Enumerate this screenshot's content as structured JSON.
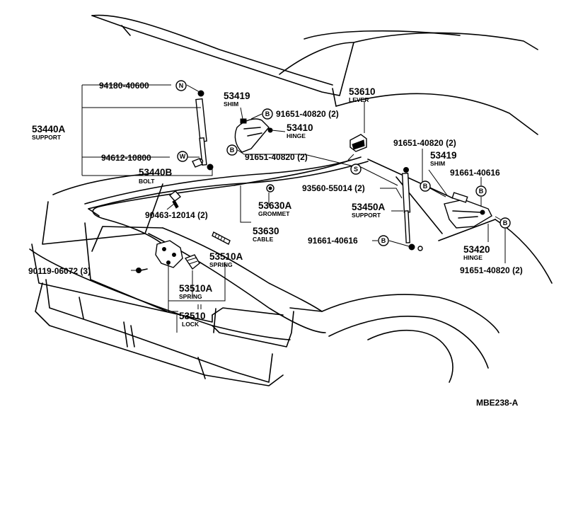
{
  "diagram_code": "MBE238-A",
  "symbols": {
    "n": "N",
    "w": "W",
    "b": "B",
    "s": "S"
  },
  "labels": {
    "p94180": "94180-40600",
    "p53440a": "53440A",
    "p53440a_sub": "SUPPORT",
    "p94612": "94612-10800",
    "p53440b": "53440B",
    "p53440b_sub": "BOLT",
    "p53419a": "53419",
    "p53419a_sub": "SHIM",
    "p91651a": "91651-40820 (2)",
    "p53410": "53410",
    "p53410_sub": "HINGE",
    "p91651b": "91651-40820 (2)",
    "p53610": "53610",
    "p53610_sub": "LEVER",
    "p91651c": "91651-40820 (2)",
    "p53419b": "53419",
    "p53419b_sub": "SHIM",
    "p91661a": "91661-40616",
    "p93560": "93560-55014 (2)",
    "p53450a": "53450A",
    "p53450a_sub": "SUPPORT",
    "p90463": "90463-12014 (2)",
    "p53630a": "53630A",
    "p53630a_sub": "GROMMET",
    "p53630": "53630",
    "p53630_sub": "CABLE",
    "p91661b": "91661-40616",
    "p53420": "53420",
    "p53420_sub": "HINGE",
    "p91651d": "91651-40820 (2)",
    "p90119": "90119-06072 (3)",
    "p53510a1": "53510A",
    "p53510a1_sub": "SPRING",
    "p53510a2": "53510A",
    "p53510a2_sub": "SPRING",
    "p53510": "53510",
    "p53510_sub": "LOCK"
  }
}
